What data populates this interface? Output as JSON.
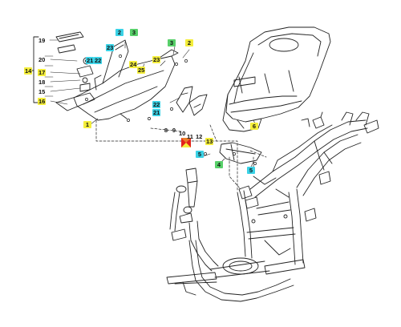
{
  "highlight_colors": {
    "yellow": "#f4ee3c",
    "cyan": "#3ad2e6",
    "green": "#58d06a",
    "red": "#e2231a",
    "line": "#222222"
  },
  "callouts": {
    "c19": "19",
    "c20": "20",
    "c14": "14",
    "c17": "17",
    "c18": "18",
    "c15": "15",
    "c16": "16",
    "c2a": "2",
    "c3a": "3",
    "c23a": "23",
    "c21a": "21",
    "c22a": "22",
    "c24": "24",
    "c25": "25",
    "c23b": "23",
    "c3b": "3",
    "c2b": "2",
    "c1": "1",
    "c22b": "22",
    "c21b": "21",
    "c8": "8",
    "c9": "9",
    "c10": "10",
    "c11": "11",
    "c12": "12",
    "c13": "13",
    "c5a": "5",
    "c4": "4",
    "c5b": "5",
    "c6": "6"
  },
  "icons": {
    "fastener_symbol": "fastener-cross-icon",
    "screw": "screw-icon"
  }
}
